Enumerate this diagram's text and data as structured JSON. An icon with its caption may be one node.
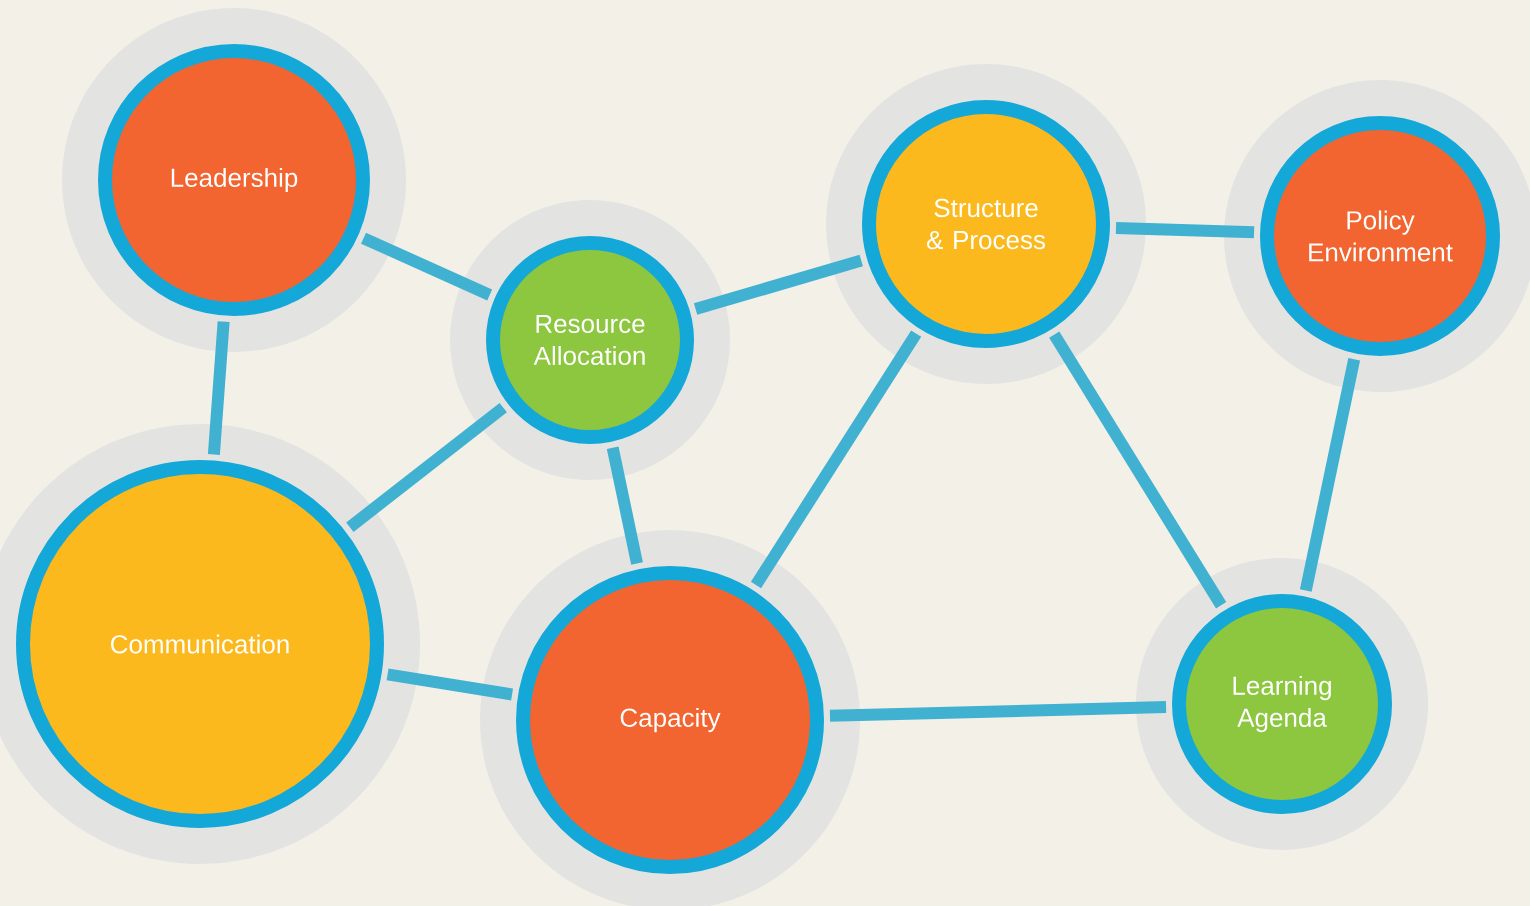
{
  "diagram": {
    "nodes": [
      {
        "text": [
          "Leadership"
        ]
      },
      {
        "text": [
          "Resource Allocation"
        ]
      },
      {
        "text": [
          "Structure & Process"
        ]
      },
      {
        "text": [
          "Policy Environment"
        ]
      },
      {
        "text": [
          "Communication"
        ]
      },
      {
        "text": [
          "Capacity"
        ]
      },
      {
        "text": [
          "Learning Agenda"
        ]
      }
    ],
    "edges": [
      {
        "from": 0,
        "to": 1,
        "arrow": "none"
      },
      {
        "from": 0,
        "to": 4,
        "arrow": "none"
      },
      {
        "from": 1,
        "to": 2,
        "arrow": "none"
      },
      {
        "from": 2,
        "to": 3,
        "arrow": "none"
      },
      {
        "from": 1,
        "to": 4,
        "arrow": "none"
      },
      {
        "from": 1,
        "to": 5,
        "arrow": "none"
      },
      {
        "from": 4,
        "to": 5,
        "arrow": "none"
      },
      {
        "from": 2,
        "to": 5,
        "arrow": "none"
      },
      {
        "from": 2,
        "to": 6,
        "arrow": "none"
      },
      {
        "from": 3,
        "to": 6,
        "arrow": "none"
      },
      {
        "from": 5,
        "to": 6,
        "arrow": "none"
      }
    ]
  }
}
